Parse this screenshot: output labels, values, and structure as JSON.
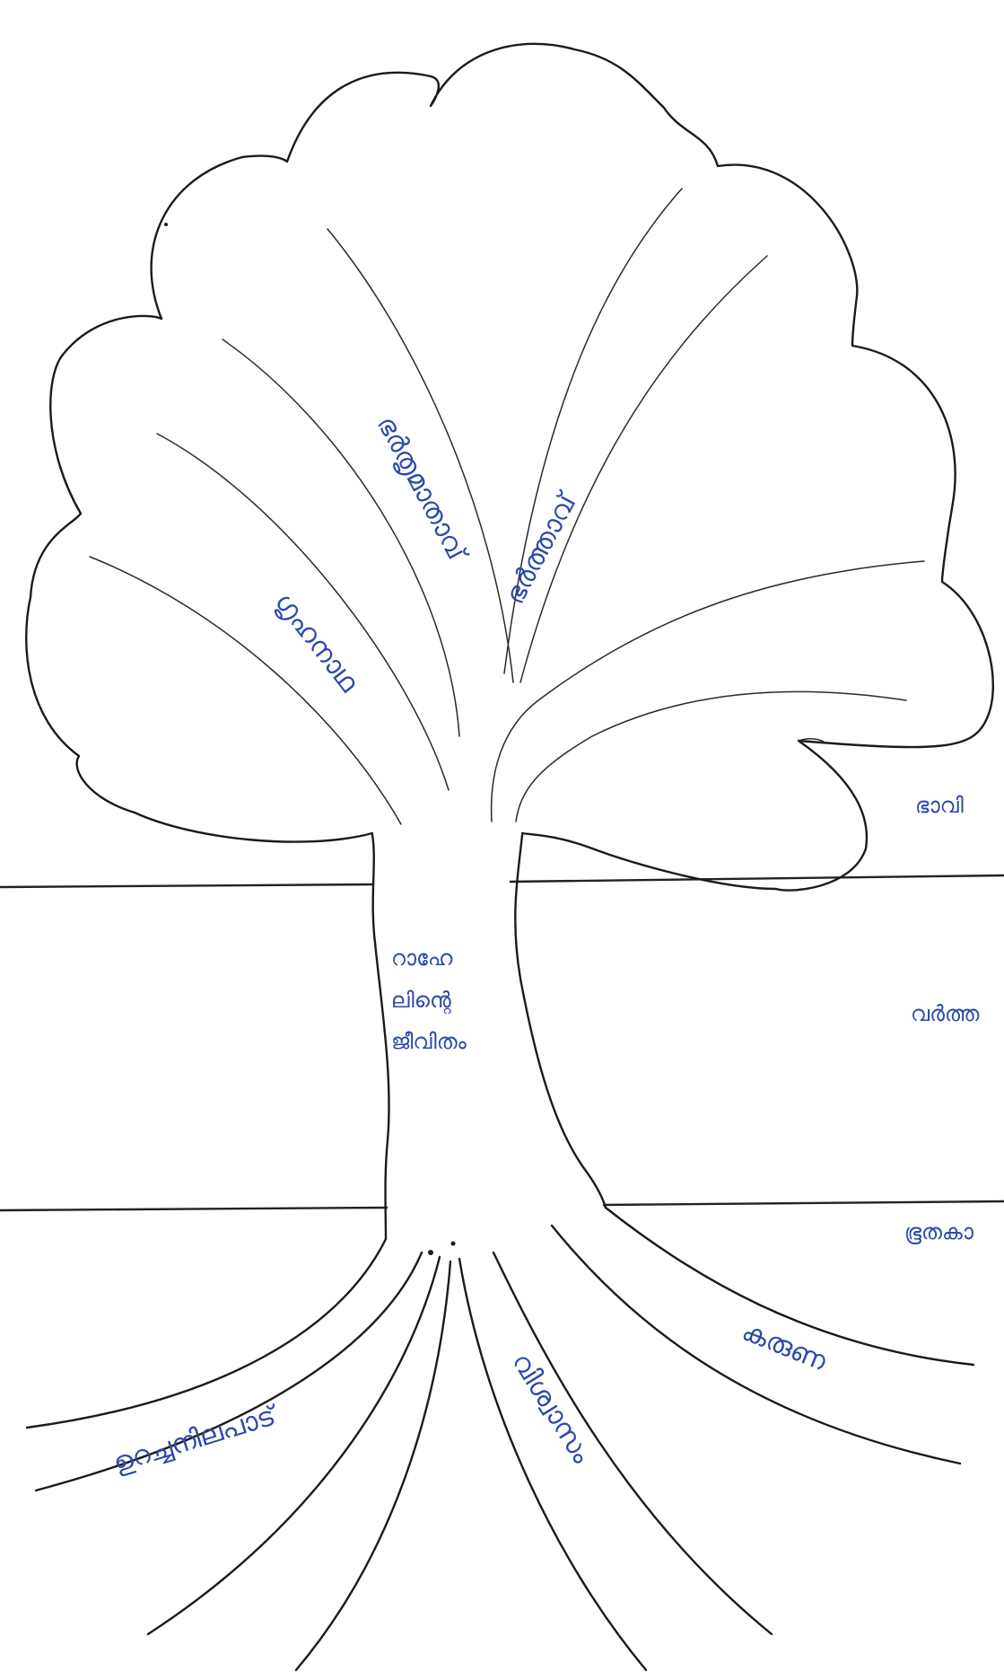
{
  "diagram": {
    "type": "tree-diagram",
    "branch_labels": [
      {
        "id": "branch-1",
        "text": "ഗൃഹനാഥ"
      },
      {
        "id": "branch-2",
        "text": "ഭർതൃമാതാവ്"
      },
      {
        "id": "branch-3",
        "text": "ഭർത്താവ്"
      }
    ],
    "trunk_label": [
      "റാഹേ",
      "ലിന്റെ",
      "ജീവിതം"
    ],
    "root_labels": [
      {
        "id": "root-1",
        "text": "ഉറച്ചനിലപാട്"
      },
      {
        "id": "root-2",
        "text": "വിശ്വാസം"
      },
      {
        "id": "root-3",
        "text": "കരുണ"
      }
    ],
    "side_labels": [
      {
        "id": "side-1",
        "text": "ഭാവി"
      },
      {
        "id": "side-2",
        "text": "വർത്ത"
      },
      {
        "id": "side-3",
        "text": "ഭൂതകാ"
      }
    ]
  },
  "colors": {
    "ink": "#1b1b1b",
    "handwriting": "#2a4aa8",
    "paper": "#ffffff"
  }
}
